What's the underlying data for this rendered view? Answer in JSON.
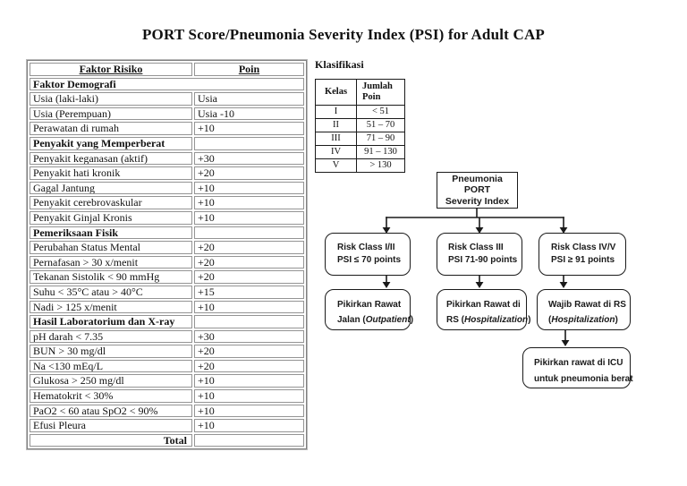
{
  "page": {
    "title": "PORT Score/Pneumonia Severity Index (PSI) for Adult CAP"
  },
  "risk_table": {
    "headers": [
      "Faktor Risiko",
      "Poin"
    ],
    "rows": [
      {
        "type": "section",
        "span": true,
        "label": "Faktor Demografi",
        "poin": ""
      },
      {
        "type": "item",
        "label": "Usia (laki-laki)",
        "poin": "Usia"
      },
      {
        "type": "item",
        "label": "Usia (Perempuan)",
        "poin": "Usia -10"
      },
      {
        "type": "item",
        "label": "Perawatan di rumah",
        "poin": "+10"
      },
      {
        "type": "section",
        "label": "Penyakit yang Memperberat",
        "poin": ""
      },
      {
        "type": "item",
        "label": "Penyakit keganasan (aktif)",
        "poin": "+30"
      },
      {
        "type": "item",
        "label": "Penyakit hati kronik",
        "poin": "+20"
      },
      {
        "type": "item",
        "label": "Gagal Jantung",
        "poin": "+10"
      },
      {
        "type": "item",
        "label": "Penyakit cerebrovaskular",
        "poin": "+10"
      },
      {
        "type": "item",
        "label": "Penyakit Ginjal Kronis",
        "poin": "+10"
      },
      {
        "type": "section",
        "label": "Pemeriksaan Fisik",
        "poin": ""
      },
      {
        "type": "item",
        "label": "Perubahan Status Mental",
        "poin": "+20"
      },
      {
        "type": "item",
        "label": "Pernafasan > 30 x/menit",
        "poin": "+20"
      },
      {
        "type": "item",
        "label": "Tekanan Sistolik < 90 mmHg",
        "poin": "+20"
      },
      {
        "type": "item",
        "label": "Suhu < 35°C atau > 40°C",
        "poin": "+15"
      },
      {
        "type": "item",
        "label": "Nadi > 125 x/menit",
        "poin": "+10"
      },
      {
        "type": "section",
        "label": "Hasil Laboratorium dan X-ray",
        "poin": ""
      },
      {
        "type": "item",
        "label": "pH darah < 7.35",
        "poin": "+30"
      },
      {
        "type": "item",
        "label": "BUN > 30 mg/dl",
        "poin": "+20"
      },
      {
        "type": "item",
        "label": "Na <130 mEq/L",
        "poin": "+20"
      },
      {
        "type": "item",
        "label": "Glukosa > 250 mg/dl",
        "poin": "+10"
      },
      {
        "type": "item",
        "label": "Hematokrit < 30%",
        "poin": "+10"
      },
      {
        "type": "item",
        "label": "PaO2 < 60 atau SpO2 < 90%",
        "poin": "+10"
      },
      {
        "type": "item",
        "label": "Efusi Pleura",
        "poin": "+10"
      },
      {
        "type": "total",
        "label": "Total",
        "poin": ""
      }
    ]
  },
  "klasifikasi": {
    "label": "Klasifikasi",
    "headers": [
      "Kelas",
      "Jumlah Poin"
    ],
    "rows": [
      [
        "I",
        "< 51"
      ],
      [
        "II",
        "51 – 70"
      ],
      [
        "III",
        "71 – 90"
      ],
      [
        "IV",
        "91 – 130"
      ],
      [
        "V",
        "> 130"
      ]
    ]
  },
  "flowchart": {
    "top_box": {
      "lines": [
        "Pneumonia",
        "PORT",
        "Severity Index"
      ]
    },
    "row1": [
      {
        "line1": "Risk Class I/II",
        "line2": "PSI ≤ 70 points"
      },
      {
        "line1": "Risk Class III",
        "line2": "PSI 71-90 points"
      },
      {
        "line1": "Risk Class IV/V",
        "line2": "PSI ≥ 91 points"
      }
    ],
    "row2": [
      {
        "line1": "Pikirkan Rawat",
        "line2_pre": "Jalan (",
        "line2_italic": "Outpatient",
        "line2_post": ")"
      },
      {
        "line1": "Pikirkan Rawat di",
        "line2_pre": "RS (",
        "line2_italic": "Hospitalization",
        "line2_post": ")"
      },
      {
        "line1": "Wajib Rawat di RS",
        "line2_pre": "(",
        "line2_italic": "Hospitalization",
        "line2_post": ")"
      }
    ],
    "icu_box": {
      "lines": [
        "Pikirkan rawat di ICU",
        "untuk pneumonia berat"
      ]
    }
  },
  "colors": {
    "text": "#111111",
    "table_border_gray": "#949494",
    "line_black": "#1a1a1a"
  }
}
